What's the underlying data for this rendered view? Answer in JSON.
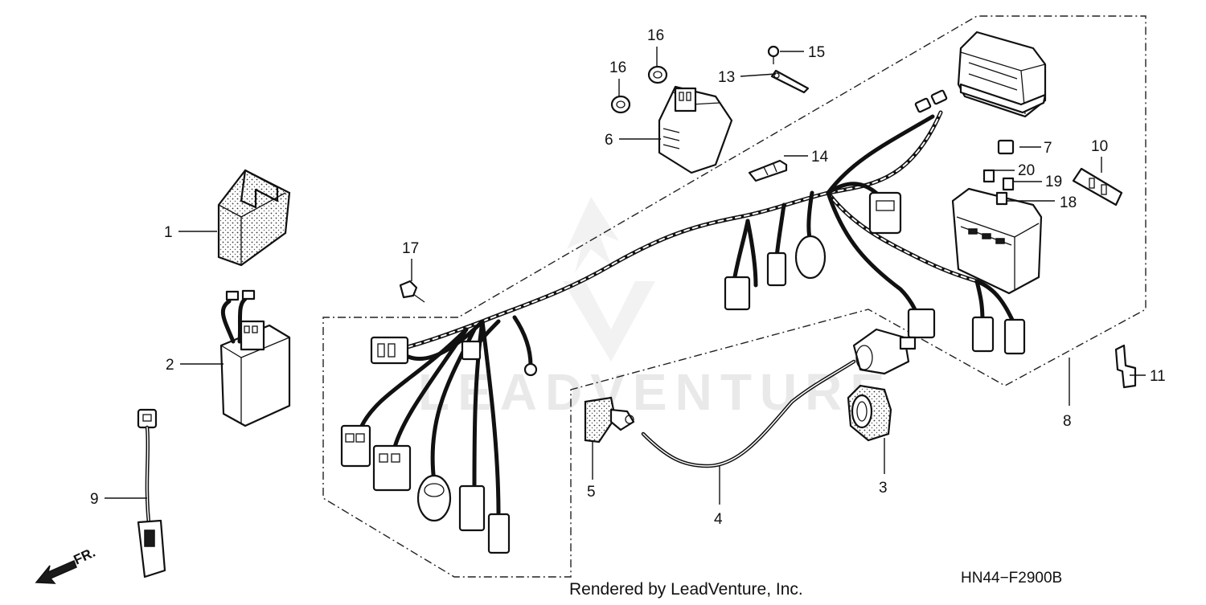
{
  "callouts": [
    "1",
    "2",
    "3",
    "4",
    "5",
    "6",
    "7",
    "8",
    "9",
    "10",
    "11",
    "13",
    "14",
    "15",
    "16",
    "16",
    "17",
    "18",
    "19",
    "20"
  ],
  "direction_label": "FR.",
  "watermark": "LEADVENTURE",
  "footer_credit": "Rendered by LeadVenture, Inc.",
  "diagram_code": "HN44−F2900B"
}
